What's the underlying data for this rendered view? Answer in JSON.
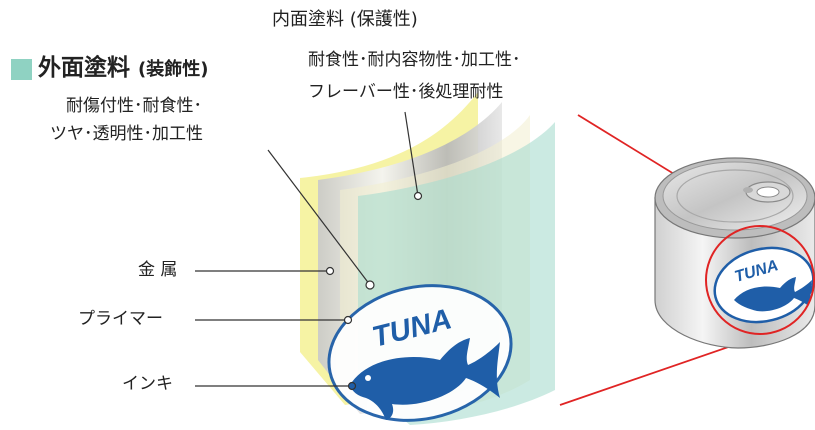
{
  "outer_coating": {
    "title": "外面塗料",
    "subtitle": "(装飾性)",
    "line1": "耐傷付性･耐食性･",
    "line2": "ツヤ･透明性･加工性",
    "swatch_color": "#8fd2c2"
  },
  "inner_coating": {
    "title": "内面塗料 (保護性)",
    "line1": "耐食性･耐内容物性･加工性･",
    "line2": "フレーバー性･後処理耐性"
  },
  "layers": {
    "metal": "金 属",
    "primer": "プライマー",
    "ink": "インキ"
  },
  "label": {
    "brand": "TUNA",
    "ink_color": "#1f5ea8"
  },
  "colors": {
    "inner_layer": "#f5f29a",
    "outer_layer": "#a9dccf",
    "zoom_line": "#e02424"
  }
}
